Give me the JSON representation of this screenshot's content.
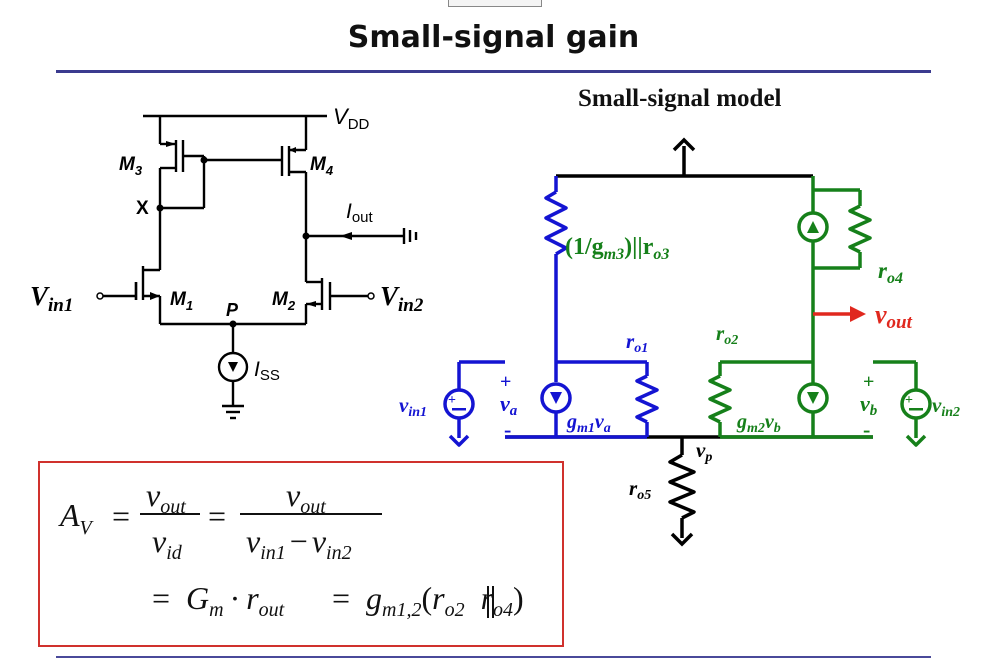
{
  "title": "Small-signal gain",
  "schematic": {
    "vdd": "V",
    "vdd_sub": "DD",
    "m3": "M",
    "m3_sub": "3",
    "m4": "M",
    "m4_sub": "4",
    "x": "X",
    "iout": "I",
    "iout_sub": "out",
    "vin1": "V",
    "vin1_sub": "in1",
    "m1": "M",
    "m1_sub": "1",
    "p": "P",
    "m2": "M",
    "m2_sub": "2",
    "vin2": "V",
    "vin2_sub": "in2",
    "iss": "I",
    "iss_sub": "SS"
  },
  "model": {
    "title": "Small-signal model",
    "gm3_label": "(1/g",
    "gm3_sub": "m3",
    "gm3_tail": ")||r",
    "gm3_tail_sub": "o3",
    "ro4": "r",
    "ro4_sub": "o4",
    "vout": "v",
    "vout_sub": "out",
    "ro1": "r",
    "ro1_sub": "o1",
    "ro2": "r",
    "ro2_sub": "o2",
    "plus_a": "+",
    "minus_a": "-",
    "va": "v",
    "va_sub": "a",
    "vin1": "v",
    "vin1_sub": "in1",
    "gm1va": "g",
    "gm1va_sub": "m1",
    "gm1va_tail": "v",
    "gm1va_tail_sub": "a",
    "gm2vb": "g",
    "gm2vb_sub": "m2",
    "gm2vb_tail": "v",
    "gm2vb_tail_sub": "b",
    "plus_b": "+",
    "minus_b": "-",
    "vb": "v",
    "vb_sub": "b",
    "vin2": "v",
    "vin2_sub": "in2",
    "vp": "v",
    "vp_sub": "p",
    "ro5": "r",
    "ro5_sub": "o5"
  },
  "formula": {
    "av": "A",
    "av_sub": "V",
    "eq1": "=",
    "num1": "v",
    "num1_sub": "out",
    "den1": "v",
    "den1_sub": "id",
    "eq2": "=",
    "num2": "v",
    "num2_sub": "out",
    "den2_a": "v",
    "den2_a_sub": "in1",
    "den2_minus": "−",
    "den2_b": "v",
    "den2_b_sub": "in2",
    "eq3": "=",
    "gm": "G",
    "gm_sub": "m",
    "dot": "·",
    "rout": "r",
    "rout_sub": "out",
    "eq4": "=",
    "gm12": "g",
    "gm12_sub": "m1,2",
    "lparen": "(",
    "ro2": "r",
    "ro2_sub": "o2",
    "ro4": "r",
    "ro4_sub": "o4",
    "rparen": ")"
  },
  "colors": {
    "blue": "#1414d2",
    "green": "#16801a",
    "red": "#e0281e",
    "black": "#000000"
  }
}
